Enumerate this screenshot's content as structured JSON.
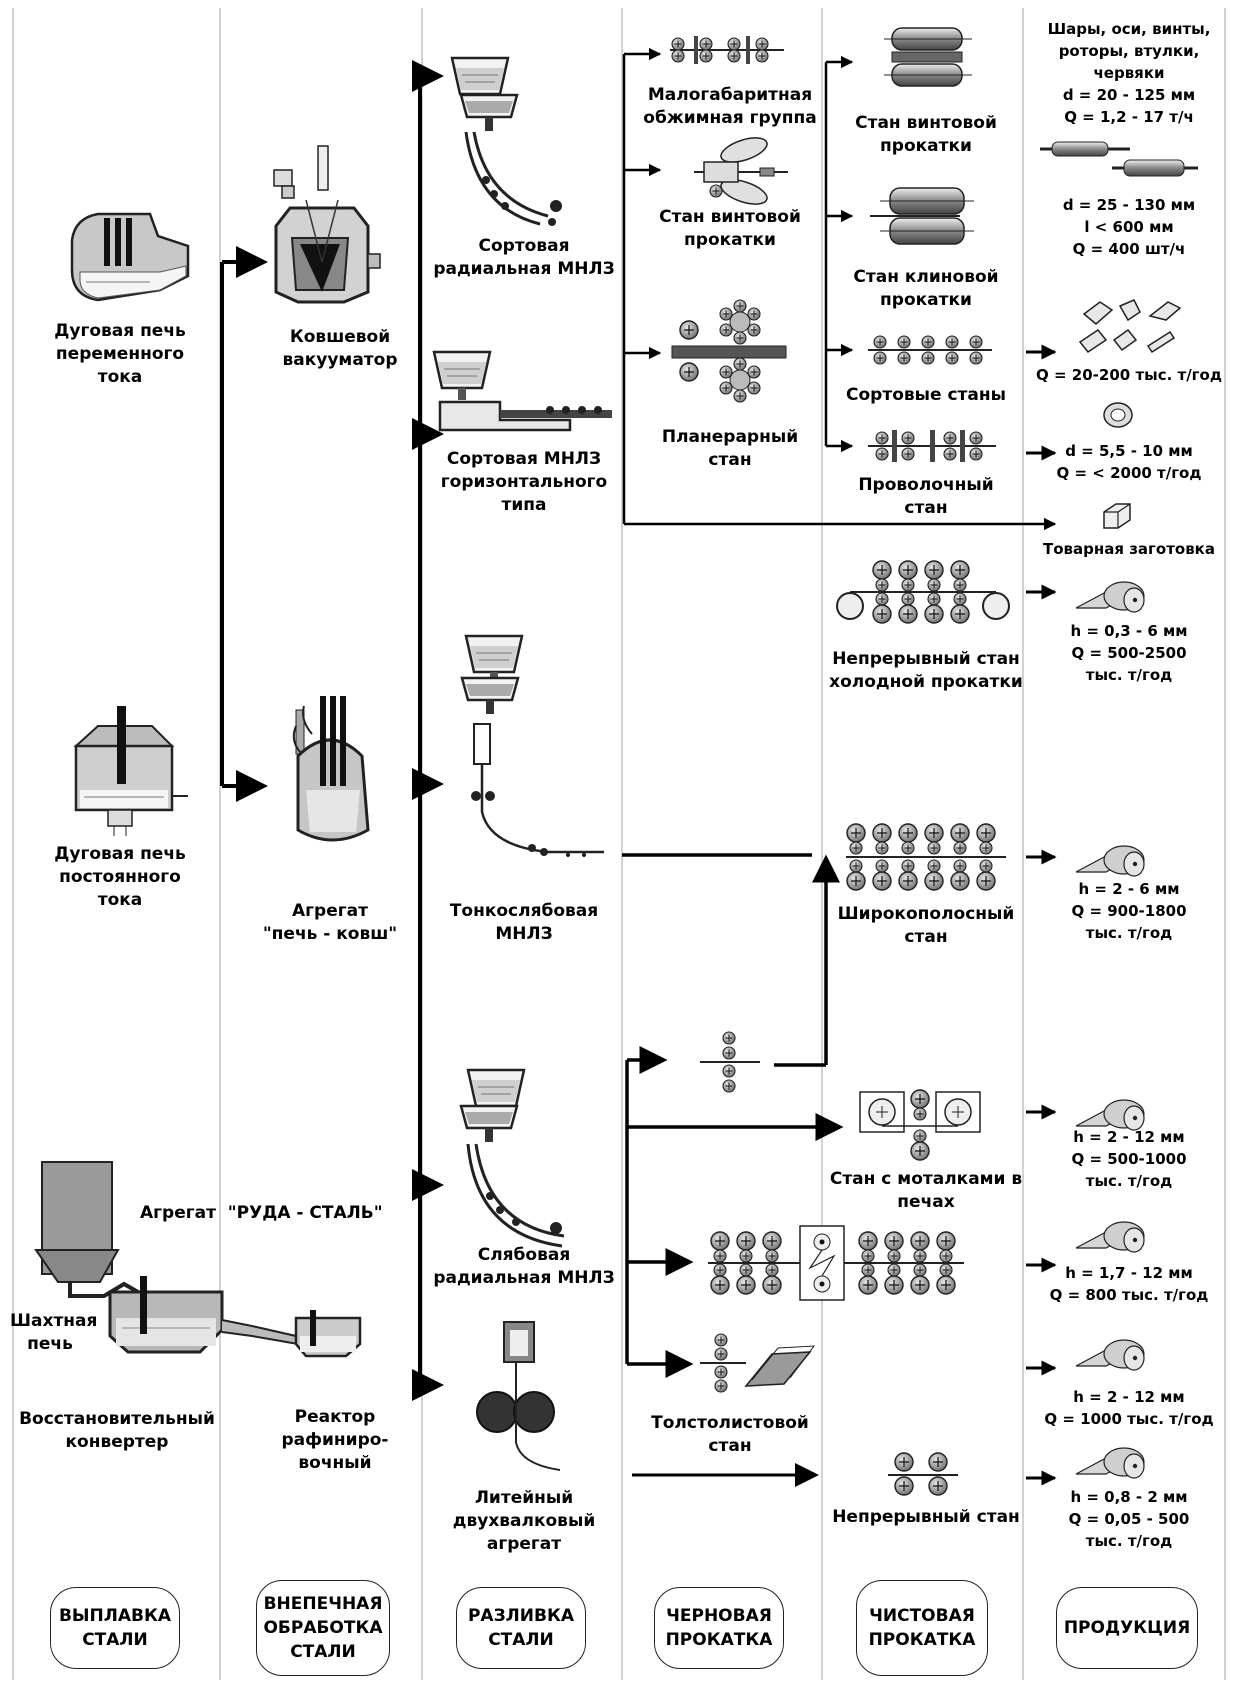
{
  "furnaces": {
    "ac": "Дуговая печь\nпеременного\nтока",
    "dc": "Дуговая печь\nпостоянного\nтока",
    "ore_steel": "Агрегат  \"РУДА - СТАЛЬ\"",
    "shaft": "Шахтная\nпечь",
    "reducing": "Восстановительный\nконвертер"
  },
  "secondary": {
    "ladle_vacuum": "Ковшевой\nвакууматор",
    "ladle_furnace": "Агрегат\n\"печь - ковш\"",
    "refining": "Реактор\nрафиниро-\nвочный"
  },
  "casting": {
    "billet_radial": "Сортовая\nрадиальная МНЛЗ",
    "billet_horizontal": "Сортовая МНЛЗ\nгоризонтального\nтипа",
    "thin_slab": "Тонкослябовая\nМНЛЗ",
    "slab_radial": "Слябовая\nрадиальная МНЛЗ",
    "twin_roll": "Литейный\nдвухвалковый\nагрегат"
  },
  "rough": {
    "compact_group": "Малогабаритная\nобжимная группа",
    "helical": "Стан винтовой\nпрокатки",
    "planetary": "Планерарный\nстан",
    "plate": "Толстолистовой\nстан"
  },
  "finish": {
    "helical": "Стан винтовой\nпрокатки",
    "wedge": "Стан клиновой\nпрокатки",
    "section": "Сортовые станы",
    "wire": "Проволочный\nстан",
    "cold": "Непрерывный стан\nхолодной прокатки",
    "wide_strip": "Широкополосный\nстан",
    "steckel": "Стан с моталками в\nпечах",
    "continuous": "Непрерывный стан"
  },
  "products": {
    "p1": "Шары, оси, винты,\nроторы, втулки,\nчервяки\nd = 20 - 125 мм\nQ = 1,2 - 17 т/ч",
    "p2": "d = 25 - 130 мм\nl < 600 мм\nQ = 400 шт/ч",
    "p3": "Q = 20-200 тыс. т/год",
    "p4": "d = 5,5 - 10 мм\nQ = < 2000 т/год",
    "p5": "Товарная заготовка",
    "p6": "h = 0,3 - 6 мм\nQ = 500-2500\nтыс. т/год",
    "p7": "h = 2 - 6 мм\nQ = 900-1800\nтыс. т/год",
    "p8": "h = 2 - 12 мм\nQ = 500-1000\nтыс. т/год",
    "p9": "h = 1,7 - 12 мм\nQ = 800 тыс. т/год",
    "p10": "h = 2 - 12 мм\nQ = 1000 тыс. т/год",
    "p11": "h = 0,8 - 2 мм\nQ = 0,05 - 500\nтыс. т/год"
  },
  "stages": {
    "s1": "ВЫПЛАВКА\nСТАЛИ",
    "s2": "ВНЕПЕЧНАЯ\nОБРАБОТКА\nСТАЛИ",
    "s3": "РАЗЛИВКА\nСТАЛИ",
    "s4": "ЧЕРНОВАЯ\nПРОКАТКА",
    "s5": "ЧИСТОВАЯ\nПРОКАТКА",
    "s6": "ПРОДУКЦИЯ"
  }
}
